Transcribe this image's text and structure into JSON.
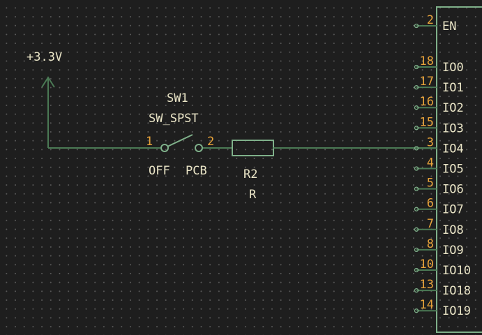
{
  "power": {
    "label": "+3.3V"
  },
  "switch": {
    "reference": "SW1",
    "value": "SW_SPST",
    "pin1": "1",
    "pin2": "2",
    "footprint_left": "OFF",
    "footprint_right": "PCB"
  },
  "resistor": {
    "reference": "R2",
    "value": "R"
  },
  "ic": {
    "pins": [
      {
        "number": "2",
        "name": "EN"
      },
      {
        "number": "18",
        "name": "IO0"
      },
      {
        "number": "17",
        "name": "IO1"
      },
      {
        "number": "16",
        "name": "IO2"
      },
      {
        "number": "15",
        "name": "IO3"
      },
      {
        "number": "3",
        "name": "IO4"
      },
      {
        "number": "4",
        "name": "IO5"
      },
      {
        "number": "5",
        "name": "IO6"
      },
      {
        "number": "6",
        "name": "IO7"
      },
      {
        "number": "7",
        "name": "IO8"
      },
      {
        "number": "8",
        "name": "IO9"
      },
      {
        "number": "10",
        "name": "IO10"
      },
      {
        "number": "13",
        "name": "IO18"
      },
      {
        "number": "14",
        "name": "IO19"
      }
    ]
  },
  "colors": {
    "background": "#1e1e1e",
    "wire": "#4b7a55",
    "symbol_body": "#7fb08a",
    "pin_number": "#e8a33a",
    "label_text": "#e9e4c6"
  }
}
